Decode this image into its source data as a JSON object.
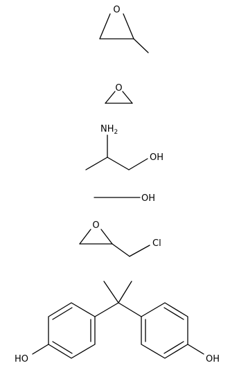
{
  "molecules": [
    {
      "id": "methyloxirane",
      "atoms": [
        {
          "label": "O"
        }
      ]
    },
    {
      "id": "oxirane",
      "atoms": [
        {
          "label": "O"
        }
      ]
    },
    {
      "id": "2-aminopropanol",
      "atoms": [
        {
          "label": "NH",
          "sub": "2"
        },
        {
          "label": "OH"
        }
      ]
    },
    {
      "id": "methanol",
      "atoms": [
        {
          "label": "OH"
        }
      ]
    },
    {
      "id": "epichlorohydrin",
      "atoms": [
        {
          "label": "O"
        },
        {
          "label": "Cl"
        }
      ]
    },
    {
      "id": "bisphenol-a",
      "atoms": [
        {
          "label": "HO"
        },
        {
          "label": "OH"
        }
      ]
    }
  ]
}
